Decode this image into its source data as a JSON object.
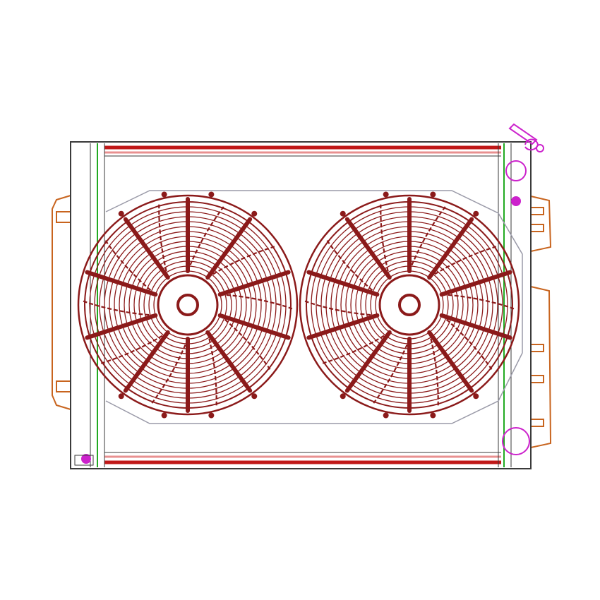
{
  "colors": {
    "background": "#ffffff",
    "outline": "#3a3a3a",
    "tank_green": "#22aa22",
    "core_red": "#c01818",
    "core_pink": "#e89090",
    "fan_maroon": "#8b1a1a",
    "bracket_orange": "#c8641e",
    "bracket_yellow": "#f2b81e",
    "fitting_magenta": "#cc22cc",
    "shroud_gray": "#9a9aa8"
  },
  "diagram": {
    "subject": "radiator-with-dual-electric-fans",
    "fans": [
      {
        "id": "left",
        "blades": 10
      },
      {
        "id": "right",
        "blades": 10
      }
    ],
    "fittings": [
      "filler-cap",
      "upper-outlet",
      "drain-plug",
      "lower-outlet",
      "petcock"
    ],
    "mount_brackets": [
      "left-upper",
      "left-lower",
      "right-upper",
      "right-middle",
      "right-lower"
    ]
  }
}
